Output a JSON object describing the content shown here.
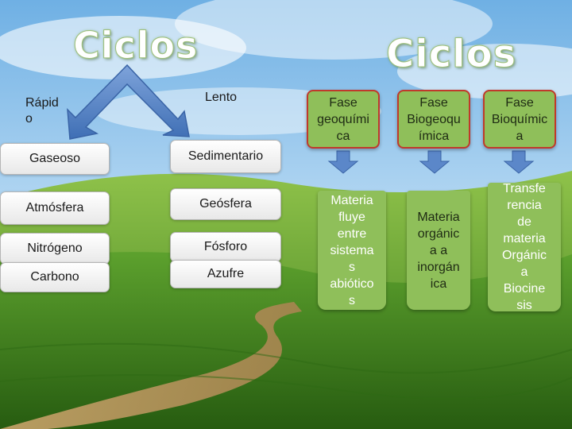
{
  "titles": {
    "left": "Ciclos",
    "right": "Ciclos"
  },
  "left_diagram": {
    "rapid": "Rápid\no",
    "slow": "Lento",
    "col1": [
      "Gaseoso",
      "Atmósfera",
      "Nitrógeno",
      "Carbono"
    ],
    "col2": [
      "Sedimentario",
      "Geósfera",
      "Fósforo",
      "Azufre"
    ]
  },
  "phases": [
    {
      "label": "Fase\ngeoquími\nca",
      "description": "Materia\nfluye\nentre\nsistema\ns\nabiótico\ns"
    },
    {
      "label": "Fase\nBiogeoqu\nímica",
      "description": "Materia\norgánic\na a\ninorgán\nica"
    },
    {
      "label": "Fase\nBioquímic\na",
      "description": "Transfe\nrencia\nde\nmateria\nOrgánic\na\nBiocine\nsis"
    }
  ],
  "colors": {
    "phase_fill": "#8fbf5a",
    "phase_border": "#c0392b",
    "arrow": "#5b87c9"
  }
}
